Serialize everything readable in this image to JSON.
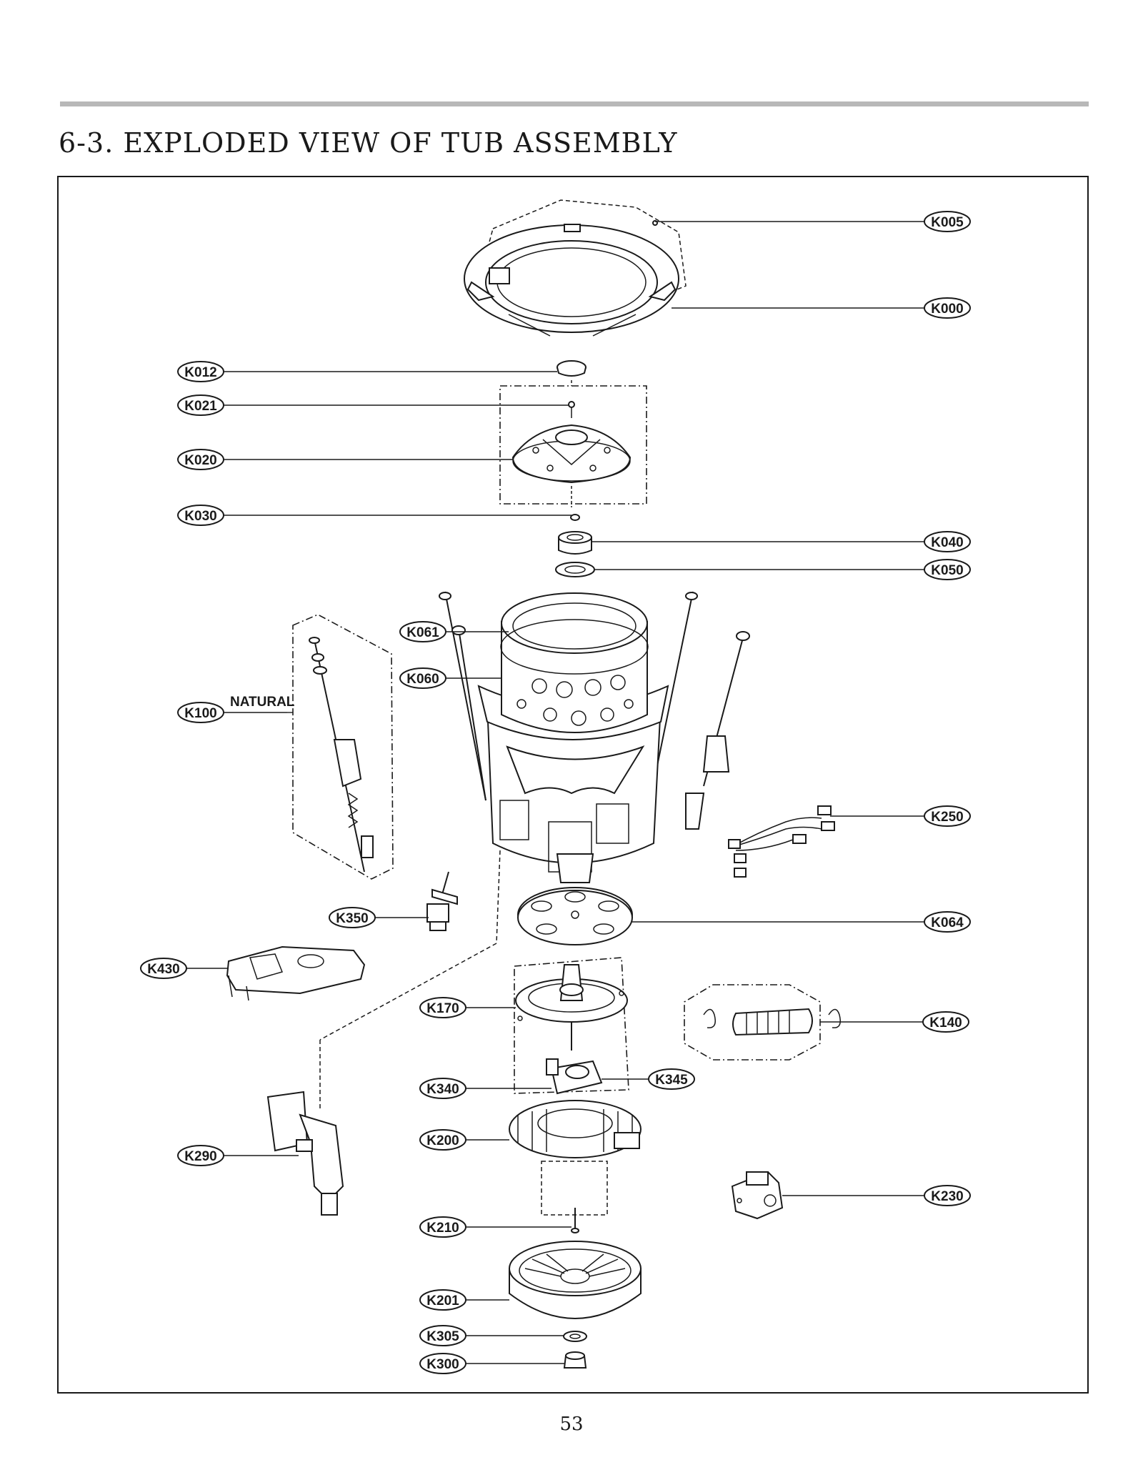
{
  "page": {
    "title": "6-3. EXPLODED VIEW OF TUB ASSEMBLY",
    "page_number": "53"
  },
  "annotations": {
    "natural": "NATURAL"
  },
  "callouts": [
    {
      "id": "K005",
      "label": "K005",
      "side": "right"
    },
    {
      "id": "K000",
      "label": "K000",
      "side": "right"
    },
    {
      "id": "K012",
      "label": "K012",
      "side": "left"
    },
    {
      "id": "K021",
      "label": "K021",
      "side": "left"
    },
    {
      "id": "K020",
      "label": "K020",
      "side": "left"
    },
    {
      "id": "K030",
      "label": "K030",
      "side": "left"
    },
    {
      "id": "K040",
      "label": "K040",
      "side": "right"
    },
    {
      "id": "K050",
      "label": "K050",
      "side": "right"
    },
    {
      "id": "K061",
      "label": "K061",
      "side": "center"
    },
    {
      "id": "K060",
      "label": "K060",
      "side": "center"
    },
    {
      "id": "K100",
      "label": "K100",
      "side": "left"
    },
    {
      "id": "K250",
      "label": "K250",
      "side": "right"
    },
    {
      "id": "K350",
      "label": "K350",
      "side": "left"
    },
    {
      "id": "K064",
      "label": "K064",
      "side": "right"
    },
    {
      "id": "K430",
      "label": "K430",
      "side": "left"
    },
    {
      "id": "K170",
      "label": "K170",
      "side": "center"
    },
    {
      "id": "K140",
      "label": "K140",
      "side": "right"
    },
    {
      "id": "K340",
      "label": "K340",
      "side": "center"
    },
    {
      "id": "K345",
      "label": "K345",
      "side": "center"
    },
    {
      "id": "K200",
      "label": "K200",
      "side": "center"
    },
    {
      "id": "K290",
      "label": "K290",
      "side": "left"
    },
    {
      "id": "K230",
      "label": "K230",
      "side": "right"
    },
    {
      "id": "K210",
      "label": "K210",
      "side": "center"
    },
    {
      "id": "K201",
      "label": "K201",
      "side": "center"
    },
    {
      "id": "K305",
      "label": "K305",
      "side": "center"
    },
    {
      "id": "K300",
      "label": "K300",
      "side": "center"
    }
  ]
}
